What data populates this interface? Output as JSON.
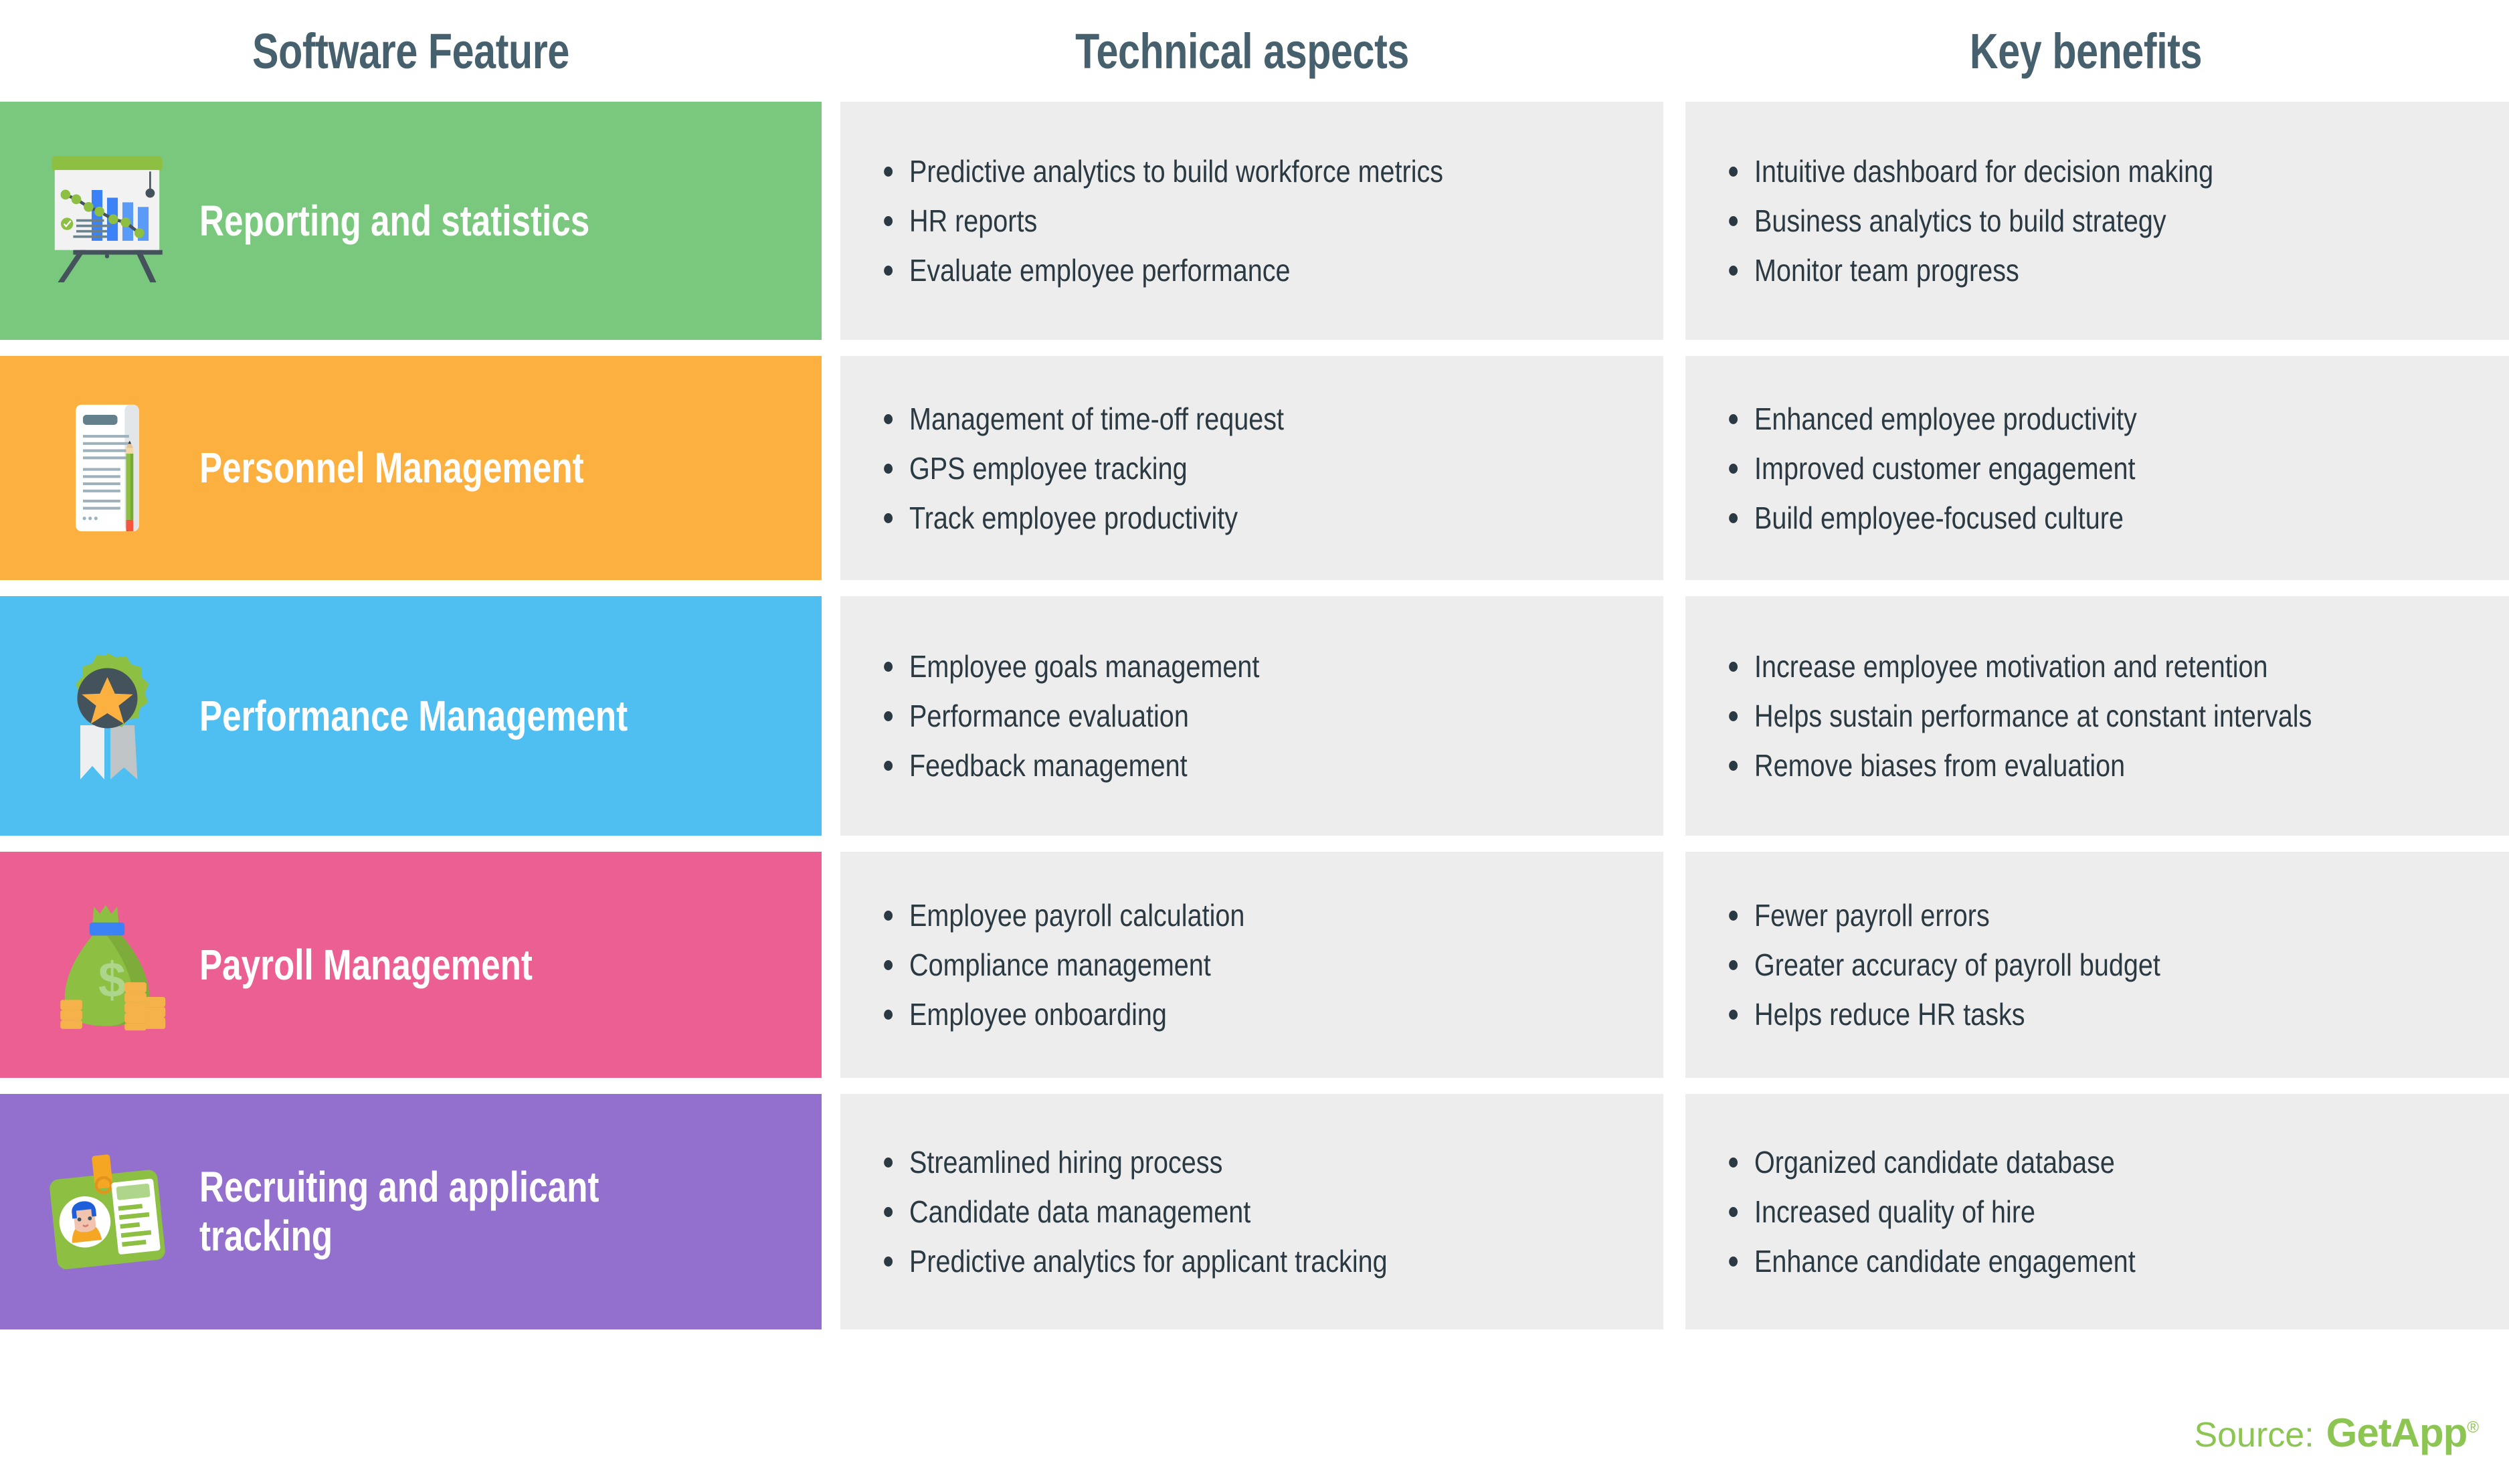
{
  "headers": {
    "col1": "Software Feature",
    "col2": "Technical aspects",
    "col3": "Key benefits"
  },
  "colors": {
    "header_text": "#46606E",
    "bullet_panel": "#ededed",
    "bullet_text": "#2B3A42",
    "row1": "#7AC87D",
    "row2": "#FBB040",
    "row3": "#4FBEF0",
    "row4": "#EC5F92",
    "row5": "#9370CE",
    "source_green": "#8CC552"
  },
  "rows": [
    {
      "feature": "Reporting and statistics",
      "icon": "flipchart-chart-icon",
      "color": "#7AC87D",
      "technical": [
        "Predictive analytics to build workforce metrics",
        "HR reports",
        "Evaluate employee performance"
      ],
      "benefits": [
        "Intuitive dashboard for decision making",
        "Business analytics to build strategy",
        "Monitor team progress"
      ]
    },
    {
      "feature": "Personnel Management",
      "icon": "document-pencil-icon",
      "color": "#FBB040",
      "technical": [
        "Management of time-off request",
        "GPS employee tracking",
        "Track employee productivity"
      ],
      "benefits": [
        "Enhanced employee productivity",
        "Improved customer engagement",
        "Build employee-focused culture"
      ]
    },
    {
      "feature": "Performance Management",
      "icon": "award-ribbon-icon",
      "color": "#4FBEF0",
      "technical": [
        "Employee goals management",
        "Performance evaluation",
        "Feedback management"
      ],
      "benefits": [
        "Increase employee motivation and retention",
        "Helps sustain performance at constant intervals",
        "Remove biases from evaluation"
      ]
    },
    {
      "feature": "Payroll Management",
      "icon": "money-bag-icon",
      "color": "#EC5F92",
      "technical": [
        "Employee payroll calculation",
        "Compliance management",
        "Employee onboarding"
      ],
      "benefits": [
        "Fewer payroll errors",
        "Greater accuracy of payroll budget",
        "Helps reduce HR tasks"
      ]
    },
    {
      "feature": "Recruiting and applicant tracking",
      "icon": "id-badge-icon",
      "color": "#9370CE",
      "technical": [
        "Streamlined hiring process",
        "Candidate data management",
        "Predictive analytics for applicant tracking"
      ],
      "benefits": [
        "Organized candidate database",
        "Increased quality of hire",
        "Enhance candidate engagement"
      ]
    }
  ],
  "footer": {
    "source_label": "Source:",
    "brand": "GetApp",
    "registered_mark": "®"
  }
}
